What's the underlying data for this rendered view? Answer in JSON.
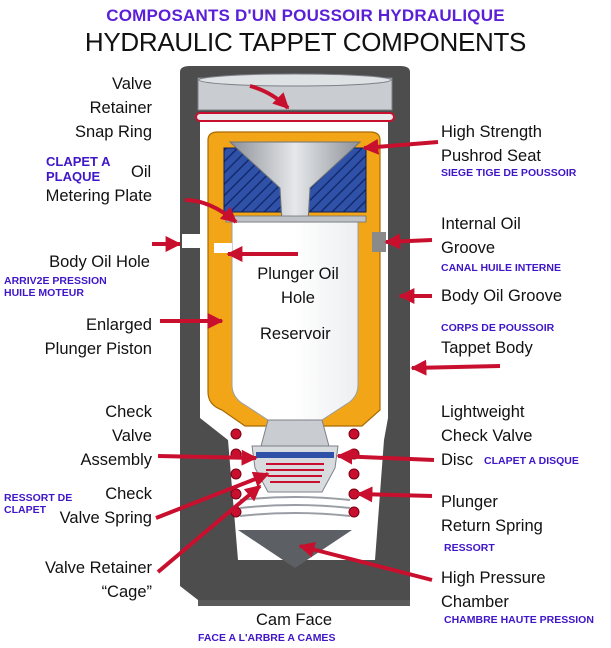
{
  "title_fr": "COMPOSANTS D'UN POUSSOIR HYDRAULIQUE",
  "title_en": "HYDRAULIC TAPPET COMPONENTS",
  "labels": {
    "valve_retainer_snap_ring": [
      "Valve",
      "Retainer",
      "Snap Ring"
    ],
    "oil": "Oil",
    "metering_plate": "Metering Plate",
    "body_oil_hole": "Body Oil Hole",
    "enlarged_plunger_piston": [
      "Enlarged",
      "Plunger Piston"
    ],
    "check_valve_assembly": [
      "Check",
      "Valve",
      "Assembly"
    ],
    "check_valve_spring": [
      "Check",
      "Valve Spring"
    ],
    "valve_retainer_cage": [
      "Valve Retainer",
      "“Cage”"
    ],
    "plunger_oil_hole": [
      "Plunger Oil",
      "Hole"
    ],
    "reservoir": "Reservoir",
    "high_strength_pushrod_seat": [
      "High Strength",
      "Pushrod Seat"
    ],
    "internal_oil_groove": [
      "Internal Oil",
      "Groove"
    ],
    "body_oil_groove": "Body Oil Groove",
    "tappet_body": "Tappet Body",
    "lightweight_check_valve_disc": [
      "Lightweight",
      "Check Valve",
      "Disc"
    ],
    "plunger_return_spring": [
      "Plunger",
      "Return Spring"
    ],
    "high_pressure_chamber": [
      "High Pressure",
      "Chamber"
    ],
    "cam_face": "Cam Face"
  },
  "labels_fr": {
    "clapet_a_plaque": [
      "CLAPET A",
      "PLAQUE"
    ],
    "siege_tige": "SIEGE TIGE DE POUSSOIR",
    "arrivee_pression": [
      "ARRIV2E PRESSION",
      "HUILE MOTEUR"
    ],
    "canal_huile": "CANAL HUILE INTERNE",
    "corps_poussoir": "CORPS DE POUSSOIR",
    "clapet_disque": "CLAPET A DISQUE",
    "ressort_clapet": [
      "RESSORT DE",
      "CLAPET"
    ],
    "ressort": "RESSORT",
    "chambre_haute_pression": "CHAMBRE HAUTE PRESSION",
    "face_arbre": "FACE A L'ARBRE A CAMES"
  },
  "colors": {
    "body_dark": "#4d4d4d",
    "plunger_orange": "#f2a516",
    "seat_blue": "#2f52a8",
    "arrow_red": "#c8102e",
    "french_purple": "#3f16c9",
    "steel": "#b9bec4"
  }
}
